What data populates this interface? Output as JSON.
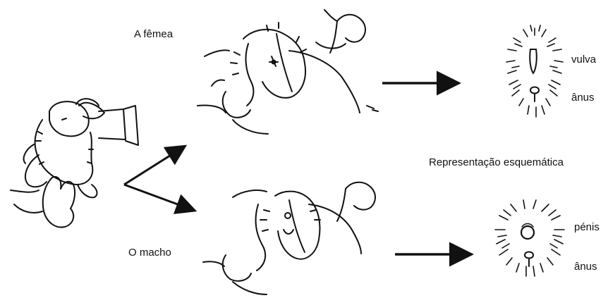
{
  "labels": {
    "female": "A fêmea",
    "male": "O macho",
    "schematic": "Representação esquemática",
    "vulva": "vulva",
    "anus_female": "ânus",
    "penis": "pénis",
    "anus_male": "ânus"
  },
  "colors": {
    "ink": "#111111",
    "background": "#ffffff"
  }
}
